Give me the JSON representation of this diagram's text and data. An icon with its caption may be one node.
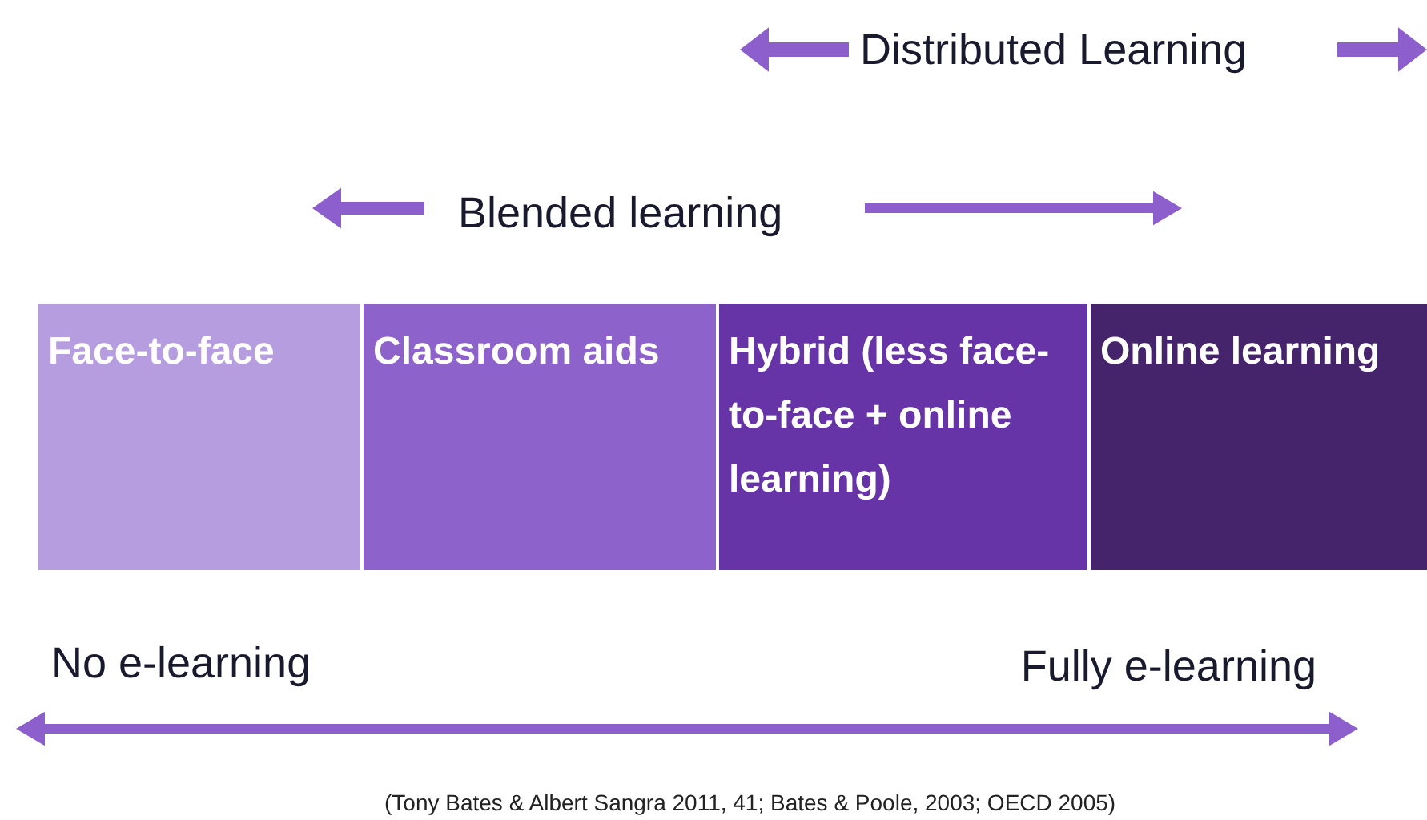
{
  "diagram": {
    "caption": "(Tony Bates & Albert Sangra 2011, 41; Bates & Poole, 2003; OECD 2005)",
    "nodes": [
      {
        "text": [
          "Face-to-face"
        ]
      },
      {
        "text": [
          "Classroom aids"
        ]
      },
      {
        "text": [
          "Hybrid (less face-to-face + online learning)"
        ]
      },
      {
        "text": [
          "Online learning"
        ]
      }
    ],
    "labels": [
      "Distributed Learning",
      "Blended learning",
      "No e-learning",
      "Fully e-learning"
    ]
  }
}
